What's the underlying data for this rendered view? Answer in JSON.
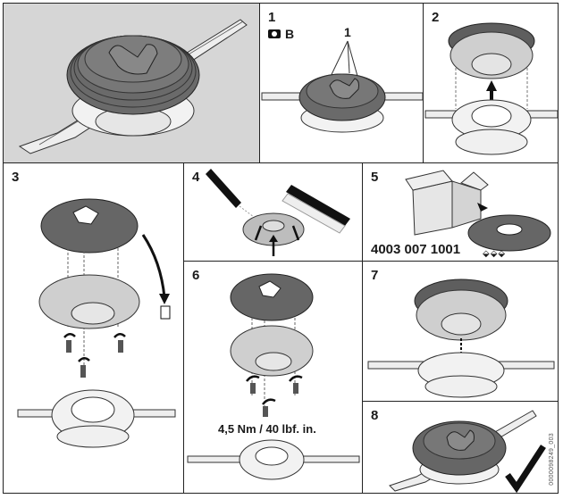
{
  "document": {
    "type": "assembly instruction diagram",
    "subject": "trimmer head cover replacement"
  },
  "panels": [
    {
      "id": "overview",
      "number": "",
      "background": "#d6d6d6",
      "description": "assembled trimmer head with blades"
    },
    {
      "id": "step-1",
      "number": "1",
      "camera_ref": "B",
      "callout": "1",
      "description": "locate three screws on top cover"
    },
    {
      "id": "step-2",
      "number": "2",
      "description": "lift cover off the blade hub"
    },
    {
      "id": "step-3",
      "number": "3",
      "description": "remove screws, separate cover, discard old cover"
    },
    {
      "id": "step-4",
      "number": "4",
      "description": "clean with water hose and brush"
    },
    {
      "id": "step-5",
      "number": "5",
      "part_number": "4003 007 1001",
      "description": "new cover and screws from package"
    },
    {
      "id": "step-6",
      "number": "6",
      "torque": "4,5 Nm / 40 lbf. in.",
      "description": "fit new cover and tighten screws"
    },
    {
      "id": "step-7",
      "number": "7",
      "description": "place head back on blade hub"
    },
    {
      "id": "step-8",
      "number": "8",
      "description": "assembly complete",
      "status_icon": "checkmark-icon"
    }
  ],
  "footer": {
    "doc_code": "0000098249_003"
  },
  "colors": {
    "border": "#222222",
    "overview_bg": "#d6d6d6",
    "cover_dark": "#555555",
    "cover_mid": "#8a8a8a",
    "part_light": "#e6e6e6"
  }
}
